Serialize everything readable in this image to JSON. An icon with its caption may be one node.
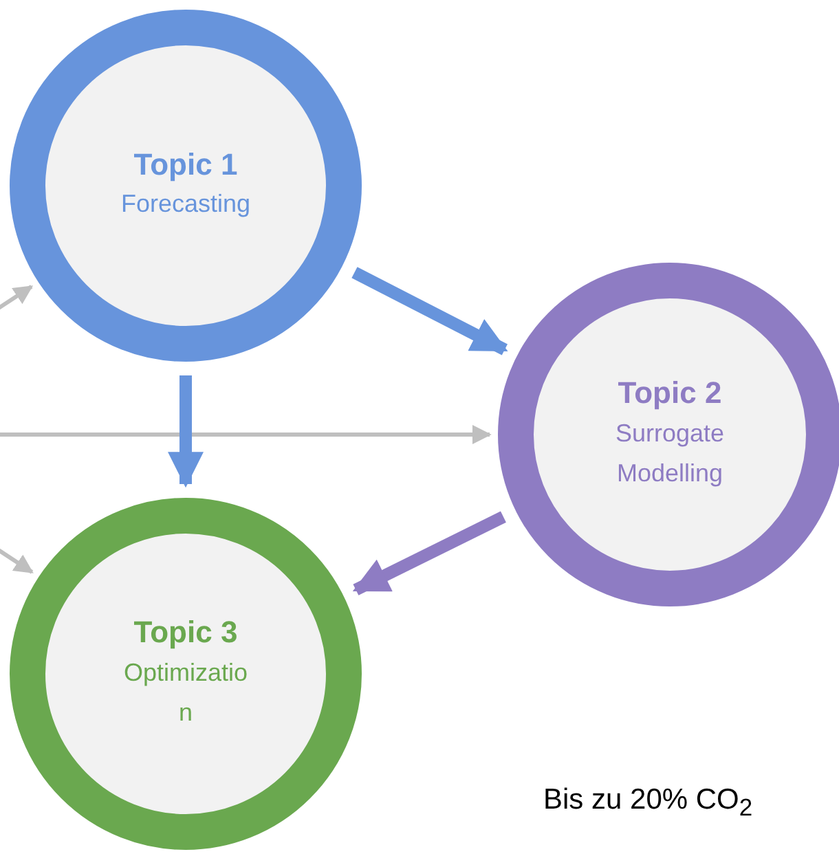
{
  "diagram": {
    "nodes": [
      {
        "text": [
          "Topic 1",
          "Forecasting"
        ]
      },
      {
        "text": [
          "Topic 2",
          "Surrogate Modelling"
        ]
      },
      {
        "text": [
          "Topic 3",
          "Optimization"
        ]
      }
    ],
    "edges": [
      {
        "from": null,
        "to": 0,
        "arrow": "to"
      },
      {
        "from": 0,
        "to": 1,
        "arrow": "to",
        "style": "thick",
        "color": "#6794dc"
      },
      {
        "from": null,
        "to": 1,
        "arrow": "to"
      },
      {
        "from": 0,
        "to": 2,
        "arrow": "to",
        "style": "thick",
        "color": "#6794dc"
      },
      {
        "from": 1,
        "to": 2,
        "arrow": "to",
        "style": "thick",
        "color": "#8e7cc3"
      },
      {
        "from": null,
        "to": 2,
        "arrow": "to"
      }
    ],
    "labels": [
      "Bis zu 20% CO$_{2}$"
    ]
  }
}
